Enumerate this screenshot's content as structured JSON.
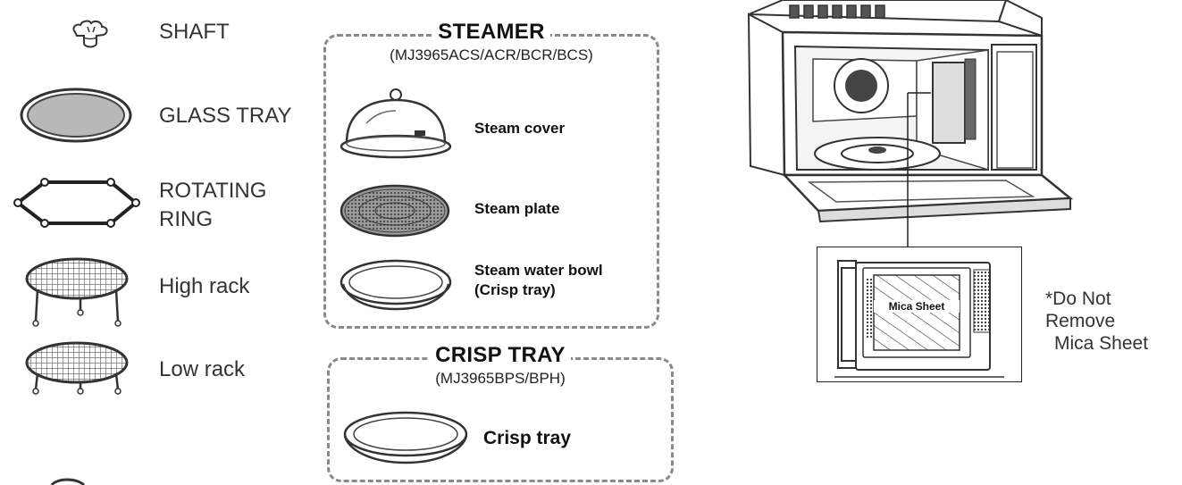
{
  "left_parts": [
    {
      "label": "SHAFT",
      "icon": "shaft-icon"
    },
    {
      "label": "GLASS TRAY",
      "icon": "glass-tray-icon"
    },
    {
      "label_line1": "ROTATING",
      "label_line2": "RING",
      "icon": "rotating-ring-icon"
    },
    {
      "label": "High rack",
      "icon": "high-rack-icon"
    },
    {
      "label": "Low rack",
      "icon": "low-rack-icon"
    }
  ],
  "steamer": {
    "title": "STEAMER",
    "models": "(MJ3965ACS/ACR/BCR/BCS)",
    "items": [
      {
        "label": "Steam cover",
        "icon": "steam-cover-icon"
      },
      {
        "label": "Steam plate",
        "icon": "steam-plate-icon"
      },
      {
        "label_line1": "Steam water bowl",
        "label_line2": "(Crisp tray)",
        "icon": "steam-water-bowl-icon"
      }
    ]
  },
  "crisp": {
    "title": "CRISP TRAY",
    "models": "(MJ3965BPS/BPH)",
    "item": {
      "label": "Crisp tray",
      "icon": "crisp-tray-icon"
    }
  },
  "oven": {
    "inset_label": "Mica Sheet",
    "note_line1": "*Do Not Remove",
    "note_line2": "Mica Sheet"
  },
  "colors": {
    "dash": "#8a8a8a",
    "tray_fill": "#b8b8b8",
    "line": "#333333"
  }
}
